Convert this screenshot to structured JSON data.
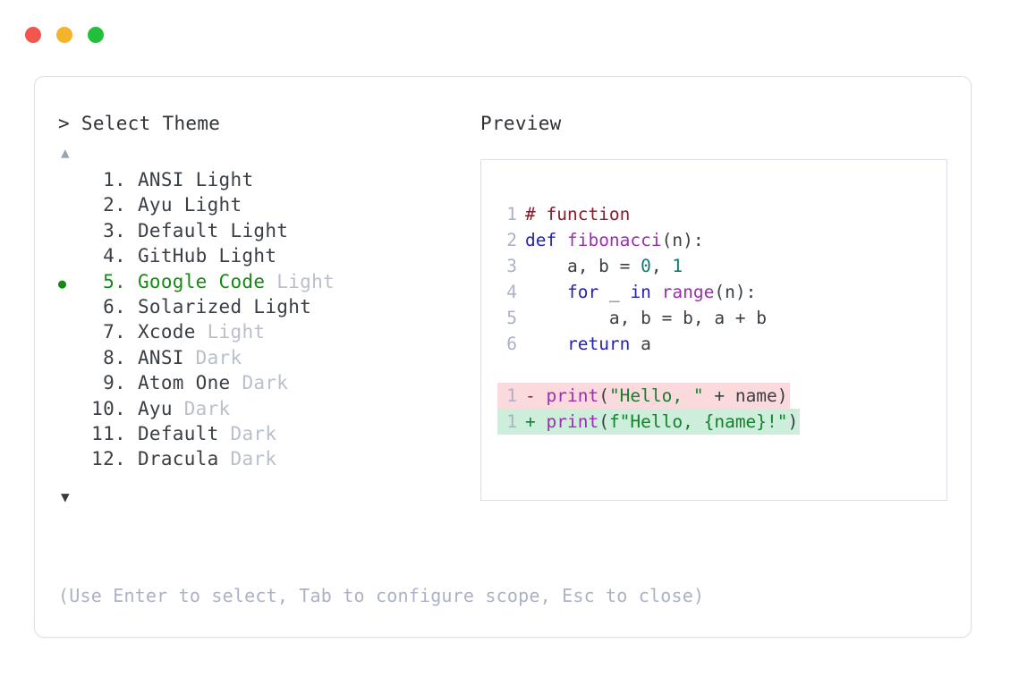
{
  "window": {
    "traffic_lights": [
      {
        "name": "close",
        "color": "#f2564c"
      },
      {
        "name": "minimize",
        "color": "#f5b32a"
      },
      {
        "name": "maximize",
        "color": "#22c03a"
      }
    ]
  },
  "selector": {
    "prompt_caret": ">",
    "title": "Select Theme",
    "scroll_up_icon": "▲",
    "scroll_down_icon": "▼",
    "selected_bullet": "●",
    "selected_index": 5,
    "accent_color": "#148a14",
    "items": [
      {
        "number": "1.",
        "name": "ANSI",
        "variant": "Light",
        "variant_muted": false,
        "selected": false
      },
      {
        "number": "2.",
        "name": "Ayu",
        "variant": "Light",
        "variant_muted": false,
        "selected": false
      },
      {
        "number": "3.",
        "name": "Default",
        "variant": "Light",
        "variant_muted": false,
        "selected": false
      },
      {
        "number": "4.",
        "name": "GitHub",
        "variant": "Light",
        "variant_muted": false,
        "selected": false
      },
      {
        "number": "5.",
        "name": "Google Code",
        "variant": "Light",
        "variant_muted": true,
        "selected": true
      },
      {
        "number": "6.",
        "name": "Solarized",
        "variant": "Light",
        "variant_muted": false,
        "selected": false
      },
      {
        "number": "7.",
        "name": "Xcode",
        "variant": "Light",
        "variant_muted": true,
        "selected": false
      },
      {
        "number": "8.",
        "name": "ANSI",
        "variant": "Dark",
        "variant_muted": true,
        "selected": false
      },
      {
        "number": "9.",
        "name": "Atom One",
        "variant": "Dark",
        "variant_muted": true,
        "selected": false
      },
      {
        "number": "10.",
        "name": "Ayu",
        "variant": "Dark",
        "variant_muted": true,
        "selected": false
      },
      {
        "number": "11.",
        "name": "Default",
        "variant": "Dark",
        "variant_muted": true,
        "selected": false
      },
      {
        "number": "12.",
        "name": "Dracula",
        "variant": "Dark",
        "variant_muted": true,
        "selected": false
      }
    ]
  },
  "preview": {
    "label": "Preview",
    "code_lines": [
      {
        "ln": "1",
        "tokens": [
          {
            "t": "# function",
            "c": "tok-comment"
          }
        ]
      },
      {
        "ln": "2",
        "tokens": [
          {
            "t": "def ",
            "c": "tok-kw"
          },
          {
            "t": "fibonacci",
            "c": "tok-fn"
          },
          {
            "t": "(n):",
            "c": "tok-punct"
          }
        ]
      },
      {
        "ln": "3",
        "tokens": [
          {
            "t": "    a, b = ",
            "c": "tok-plain"
          },
          {
            "t": "0",
            "c": "tok-num"
          },
          {
            "t": ", ",
            "c": "tok-plain"
          },
          {
            "t": "1",
            "c": "tok-num"
          }
        ]
      },
      {
        "ln": "4",
        "tokens": [
          {
            "t": "    ",
            "c": "tok-plain"
          },
          {
            "t": "for",
            "c": "tok-kw"
          },
          {
            "t": " _ ",
            "c": "tok-plain"
          },
          {
            "t": "in",
            "c": "tok-kw"
          },
          {
            "t": " ",
            "c": "tok-plain"
          },
          {
            "t": "range",
            "c": "tok-fn"
          },
          {
            "t": "(n):",
            "c": "tok-punct"
          }
        ]
      },
      {
        "ln": "5",
        "tokens": [
          {
            "t": "        a, b = b, a + b",
            "c": "tok-plain"
          }
        ]
      },
      {
        "ln": "6",
        "tokens": [
          {
            "t": "    ",
            "c": "tok-plain"
          },
          {
            "t": "return",
            "c": "tok-kw"
          },
          {
            "t": " a",
            "c": "tok-plain"
          }
        ]
      }
    ],
    "diff_lines": [
      {
        "ln": "1",
        "kind": "removed",
        "sign": "-",
        "background": "#fadadd",
        "tokens": [
          {
            "t": "print",
            "c": "tok-fn"
          },
          {
            "t": "(",
            "c": "tok-punct"
          },
          {
            "t": "\"Hello, \"",
            "c": "tok-str"
          },
          {
            "t": " + name)",
            "c": "tok-plain"
          }
        ]
      },
      {
        "ln": "1",
        "kind": "added",
        "sign": "+",
        "background": "#cdeeda",
        "tokens": [
          {
            "t": "print",
            "c": "tok-fn"
          },
          {
            "t": "(",
            "c": "tok-punct"
          },
          {
            "t": "f\"Hello, {name}!\"",
            "c": "tok-str"
          },
          {
            "t": ")",
            "c": "tok-punct"
          }
        ]
      }
    ]
  },
  "footer": {
    "hint": "(Use Enter to select, Tab to configure scope, Esc to close)"
  }
}
